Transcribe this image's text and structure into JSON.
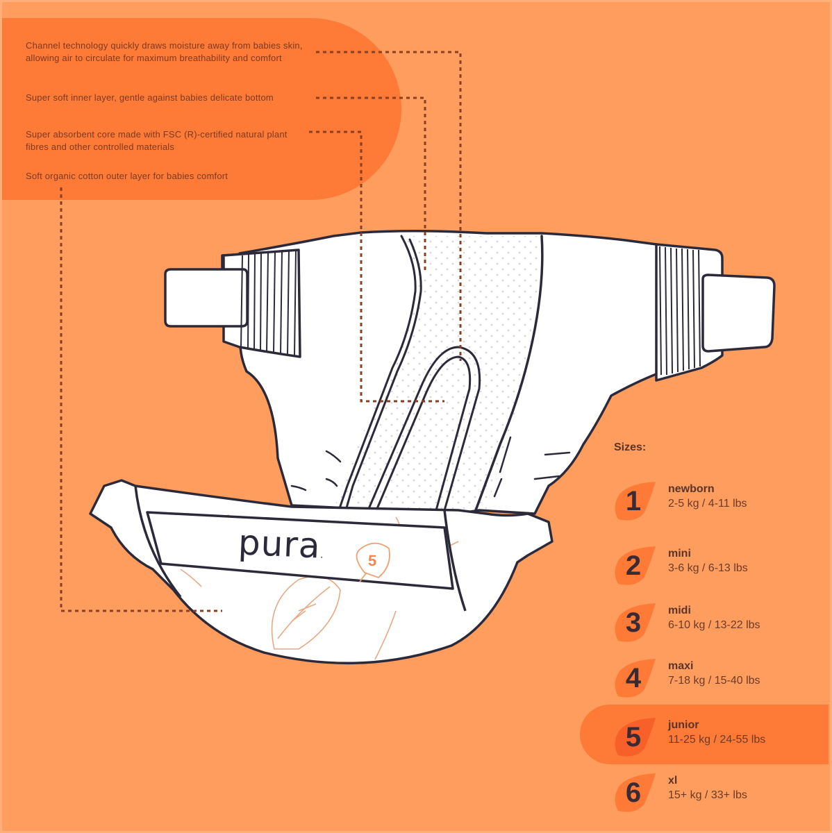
{
  "features": [
    {
      "text": "Channel technology quickly draws moisture away from babies skin, allowing air to circulate for maximum breathability and comfort"
    },
    {
      "text": "Super soft inner layer, gentle against babies delicate bottom"
    },
    {
      "text": "Super absorbent core made with FSC (R)-certified natural plant fibres and other controlled materials"
    },
    {
      "text": "Soft organic cotton outer layer for babies comfort"
    }
  ],
  "product": {
    "brand": "pura",
    "brand_dot": ".",
    "size_badge": "5",
    "icon": "diaper-illustration"
  },
  "sizes": {
    "title": "Sizes:",
    "highlighted_index": 4,
    "items": [
      {
        "number": "1",
        "name": "newborn",
        "range": "2-5 kg / 4-11 lbs"
      },
      {
        "number": "2",
        "name": "mini",
        "range": "3-6 kg / 6-13 lbs"
      },
      {
        "number": "3",
        "name": "midi",
        "range": "6-10 kg / 13-22 lbs"
      },
      {
        "number": "4",
        "name": "maxi",
        "range": "7-18 kg / 15-40 lbs"
      },
      {
        "number": "5",
        "name": "junior",
        "range": "11-25 kg / 24-55 lbs"
      },
      {
        "number": "6",
        "name": "xl",
        "range": "15+ kg / 33+ lbs"
      }
    ]
  },
  "colors": {
    "background": "#FE9D5D",
    "accent": "#FE7A37",
    "outline": "#2C2A3A",
    "text": "#7A3A22"
  }
}
